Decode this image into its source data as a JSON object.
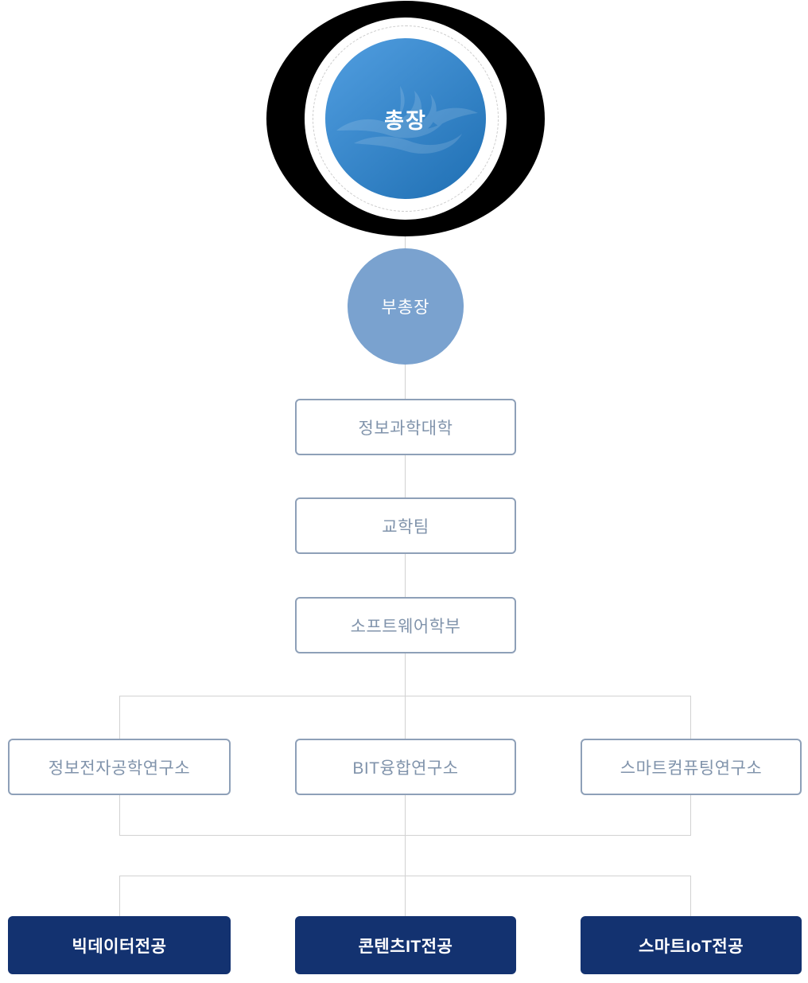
{
  "org_chart": {
    "nodes": {
      "president": {
        "label": "총장"
      },
      "vice_president": {
        "label": "부총장"
      },
      "college": {
        "label": "정보과학대학"
      },
      "academic_team": {
        "label": "교학팀"
      },
      "school": {
        "label": "소프트웨어학부"
      },
      "institutes": [
        {
          "label": "정보전자공학연구소"
        },
        {
          "label": "BIT융합연구소"
        },
        {
          "label": "스마트컴퓨팅연구소"
        }
      ],
      "majors": [
        {
          "label": "빅데이터전공"
        },
        {
          "label": "콘텐츠IT전공"
        },
        {
          "label": "스마트IoT전공"
        }
      ]
    },
    "colors": {
      "president_gradient_start": "#4f9cde",
      "president_gradient_end": "#2171b5",
      "vice_president_bg": "#7aa2cf",
      "box_border": "#8ea0b8",
      "box_text": "#8093ab",
      "major_bg": "#133270",
      "major_text": "#ffffff",
      "line": "#d2d2d2"
    }
  }
}
